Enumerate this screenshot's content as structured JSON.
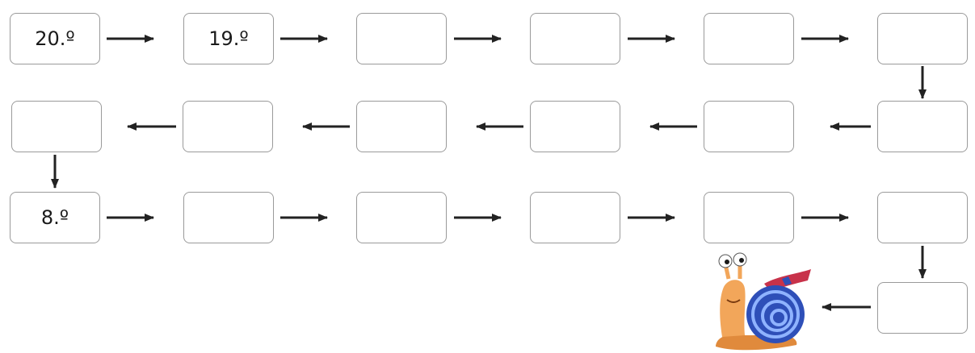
{
  "boxes": {
    "r1c1": "20.º",
    "r1c2": "19.º",
    "r1c3": "",
    "r1c4": "",
    "r1c5": "",
    "r1c6": "",
    "r2c1": "",
    "r2c2": "",
    "r2c3": "",
    "r2c4": "",
    "r2c5": "",
    "r2c6": "",
    "r3c1": "8.º",
    "r3c2": "",
    "r3c3": "",
    "r3c4": "",
    "r3c5": "",
    "r3c6": "",
    "r4c6": ""
  },
  "colors": {
    "box_border": "#9a9a9a",
    "arrow": "#222222",
    "snail_shell": "#2e4fb8",
    "snail_body": "#f2a65a"
  },
  "icons": {
    "mascot": "snail-icon"
  }
}
